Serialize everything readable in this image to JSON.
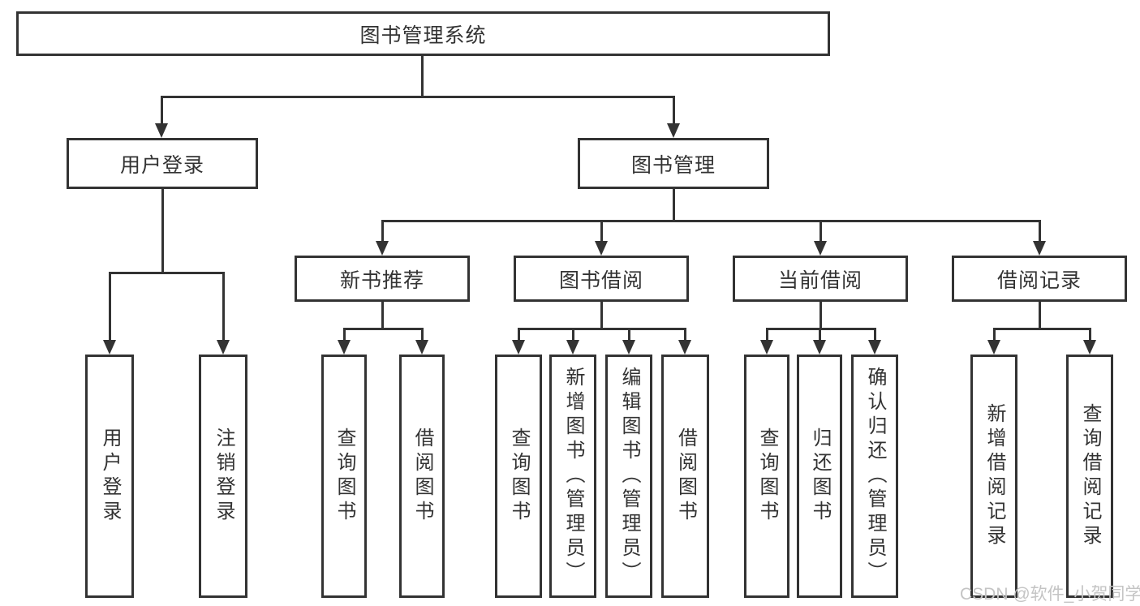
{
  "diagram": {
    "root": {
      "label": "图书管理系统"
    },
    "level2": [
      {
        "label": "用户登录"
      },
      {
        "label": "图书管理"
      }
    ],
    "level3": [
      {
        "label": "新书推荐"
      },
      {
        "label": "图书借阅"
      },
      {
        "label": "当前借阅"
      },
      {
        "label": "借阅记录"
      }
    ],
    "leaves": [
      {
        "label": "用户登录"
      },
      {
        "label": "注销登录"
      },
      {
        "label": "查询图书"
      },
      {
        "label": "借阅图书"
      },
      {
        "label": "查询图书"
      },
      {
        "label": "新增图书（管理员）"
      },
      {
        "label": "编辑图书（管理员）"
      },
      {
        "label": "借阅图书"
      },
      {
        "label": "查询图书"
      },
      {
        "label": "归还图书"
      },
      {
        "label": "确认归还（管理员）"
      },
      {
        "label": "新增借阅记录"
      },
      {
        "label": "查询借阅记录"
      }
    ],
    "watermark": {
      "text": "CSDN @软件_小贺同学"
    },
    "colors": {
      "line": "#333333",
      "text": "#333333",
      "box_background": "#ffffff",
      "watermark": "#c4c4c4"
    }
  }
}
